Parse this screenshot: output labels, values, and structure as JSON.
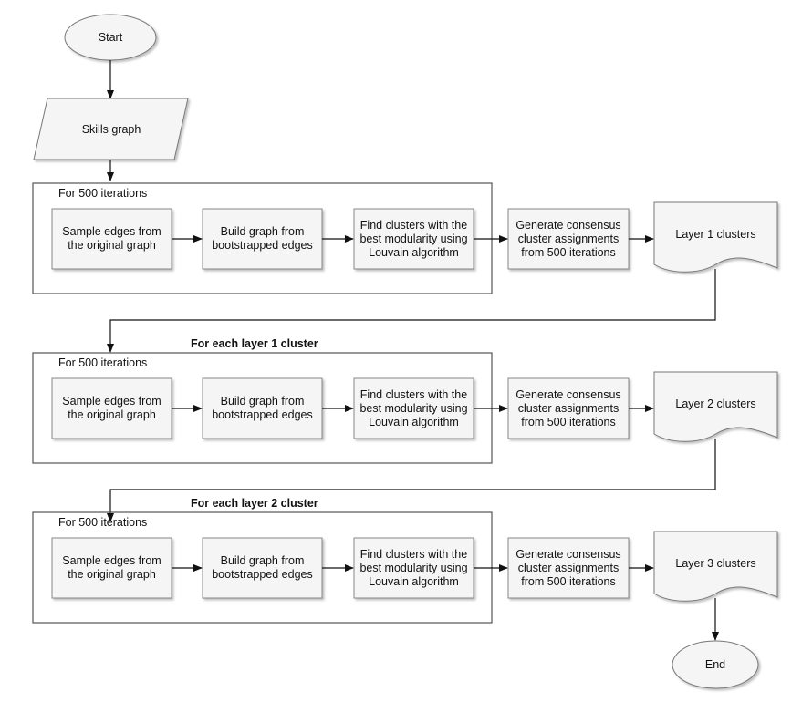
{
  "start": "Start",
  "input": "Skills graph",
  "end": "End",
  "stages": [
    {
      "group_label": "",
      "loop_label": "For 500 iterations",
      "steps": [
        "Sample edges from the original graph",
        "Build graph from bootstrapped edges",
        "Find clusters with the best modularity using Louvain algorithm"
      ],
      "consensus": "Generate consensus cluster assignments from 500 iterations",
      "output": "Layer 1 clusters"
    },
    {
      "group_label": "For each layer 1 cluster",
      "loop_label": "For 500 iterations",
      "steps": [
        "Sample edges from the original graph",
        "Build graph from bootstrapped edges",
        "Find clusters with the best modularity using Louvain algorithm"
      ],
      "consensus": "Generate consensus cluster assignments from 500 iterations",
      "output": "Layer 2 clusters"
    },
    {
      "group_label": "For each layer 2 cluster",
      "loop_label": "For 500 iterations",
      "steps": [
        "Sample edges from the original graph",
        "Build graph from bootstrapped edges",
        "Find clusters with the best modularity using Louvain algorithm"
      ],
      "consensus": "Generate consensus cluster assignments from 500 iterations",
      "output": "Layer 3 clusters"
    }
  ]
}
